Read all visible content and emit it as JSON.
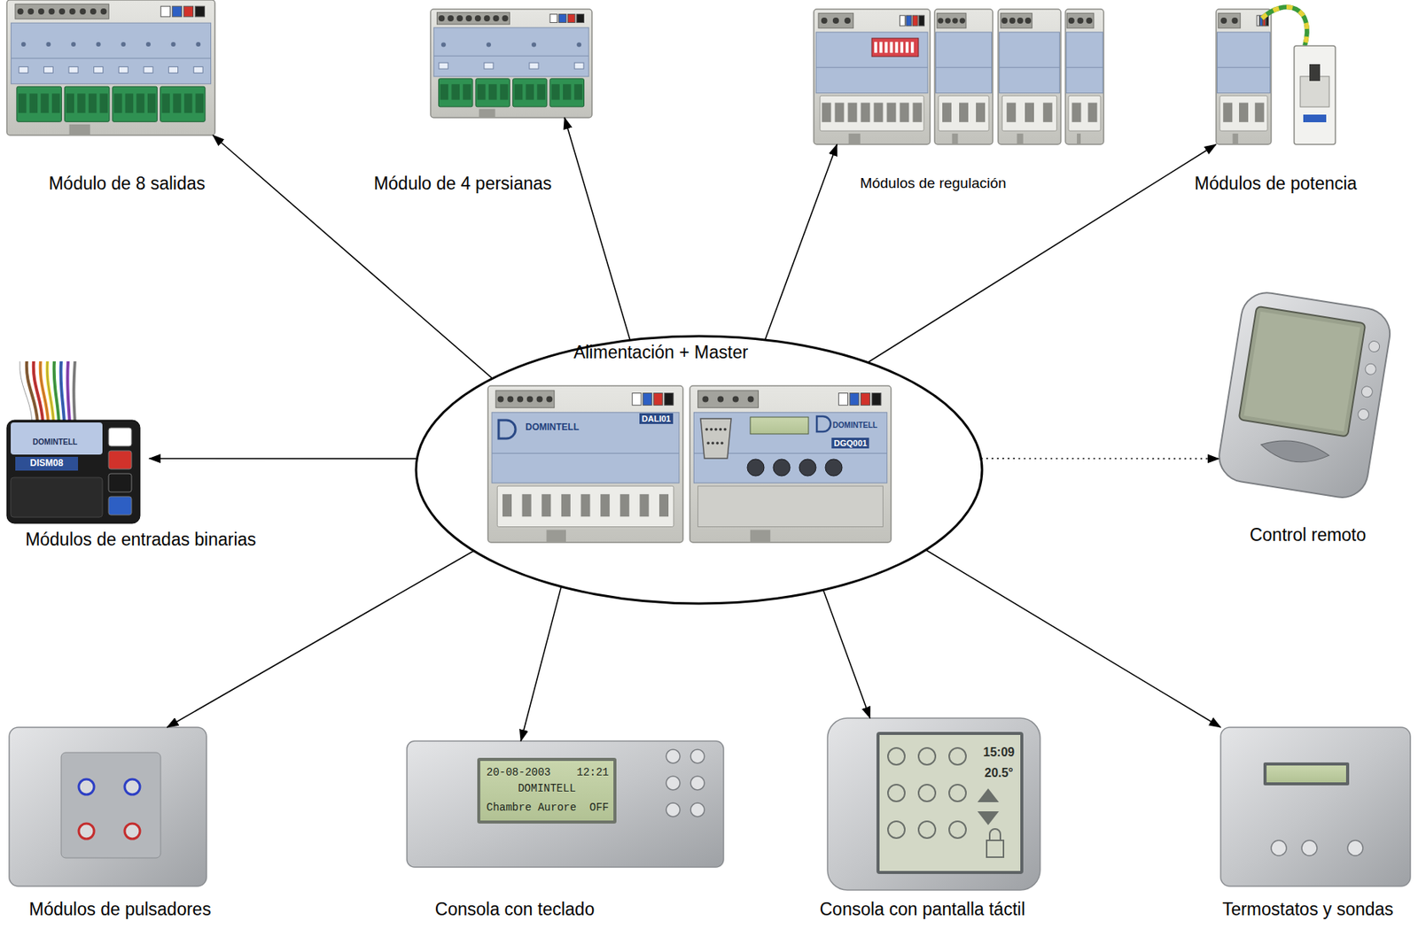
{
  "diagram": {
    "nodes": [
      {
        "text": [
          "Módulo de 8 salidas"
        ]
      },
      {
        "text": [
          "Módulo de 4 persianas"
        ]
      },
      {
        "text": [
          "Módulos de regulación"
        ]
      },
      {
        "text": [
          "Módulos de potencia"
        ]
      },
      {
        "text": [
          "Alimentación + Master"
        ]
      },
      {
        "text": [
          "Módulos de entradas binarias"
        ]
      },
      {
        "text": [
          "Control remoto"
        ]
      },
      {
        "text": [
          "Módulos de pulsadores"
        ]
      },
      {
        "text": [
          "Consola con teclado"
        ]
      },
      {
        "text": [
          "Consola con pantalla táctil"
        ]
      },
      {
        "text": [
          "Termostatos y sondas"
        ]
      }
    ],
    "edges": [
      {
        "from": 4,
        "to": 0,
        "arrow": "to"
      },
      {
        "from": 4,
        "to": 1,
        "arrow": "to"
      },
      {
        "from": 4,
        "to": 2,
        "arrow": "to"
      },
      {
        "from": 4,
        "to": 3,
        "arrow": "to"
      },
      {
        "from": 4,
        "to": 5,
        "arrow": "to"
      },
      {
        "from": 4,
        "to": 6,
        "arrow": "to"
      },
      {
        "from": 4,
        "to": 7,
        "arrow": "to"
      },
      {
        "from": 4,
        "to": 8,
        "arrow": "to"
      },
      {
        "from": 4,
        "to": 9,
        "arrow": "to"
      },
      {
        "from": 4,
        "to": 10,
        "arrow": "to"
      }
    ],
    "labels": [
      "DOMINTELL",
      "DALI01",
      "DOMINTELL",
      "DGQ001",
      "DOMINTELL",
      "DISM08",
      "20-08-2003",
      "12:21",
      "DOMINTELL",
      "Chambre Aurore",
      "OFF",
      "15:09",
      "20.5°"
    ]
  }
}
